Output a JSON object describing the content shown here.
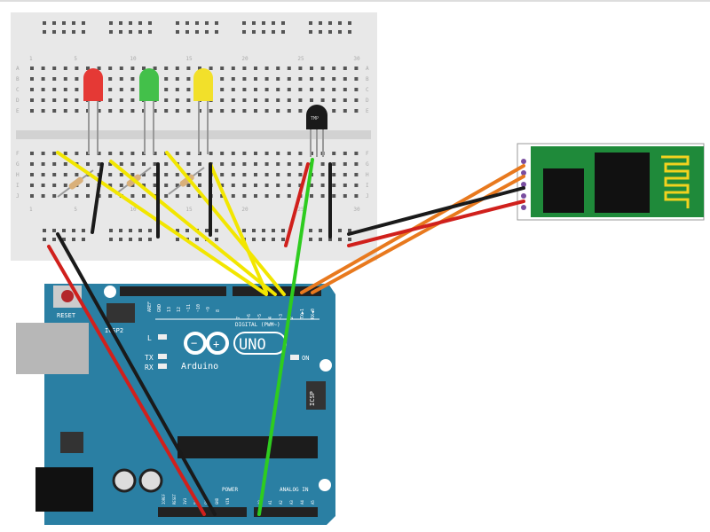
{
  "breadboard": {
    "column_numbers": [
      "1",
      "5",
      "10",
      "15",
      "20",
      "25",
      "30"
    ],
    "row_letters": [
      "A",
      "B",
      "C",
      "D",
      "E",
      "F",
      "G",
      "H",
      "I",
      "J"
    ],
    "color": "#e6e6e6"
  },
  "leds": [
    {
      "color": "#e53935"
    },
    {
      "color": "#43c04a"
    },
    {
      "color": "#f2e02a"
    }
  ],
  "sensor": {
    "label": "TMP"
  },
  "arduino": {
    "color": "#2a7fa3",
    "reset_label": "RESET",
    "icsp2_label": "ICSP2",
    "icsp_label": "ICSP",
    "l_label": "L",
    "tx_label": "TX",
    "rx_label": "RX",
    "on_label": "ON",
    "logo_text": "Arduino",
    "uno_label": "UNO",
    "digital_label": "DIGITAL (PWM~)",
    "power_label": "POWER",
    "analog_label": "ANALOG IN",
    "pins_left": [
      "AREF",
      "GND",
      "13",
      "12",
      "~11",
      "~10",
      "~9",
      "8"
    ],
    "pins_right": [
      "7",
      "~6",
      "~5",
      "4",
      "~3",
      "2",
      "TX▶1",
      "RX◀0"
    ],
    "power_pins": [
      "IOREF",
      "RESET",
      "3V3",
      "5V",
      "GND",
      "GND",
      "VIN"
    ],
    "analog_pins": [
      "A0",
      "A1",
      "A2",
      "A3",
      "A4",
      "A5"
    ]
  },
  "bluetooth": {
    "color": "#1f8a3a"
  },
  "wire_colors": {
    "yellow": "#f2e600",
    "black": "#1a1a1a",
    "red": "#d0201c",
    "green": "#2ecc1f",
    "orange": "#e8791e"
  }
}
